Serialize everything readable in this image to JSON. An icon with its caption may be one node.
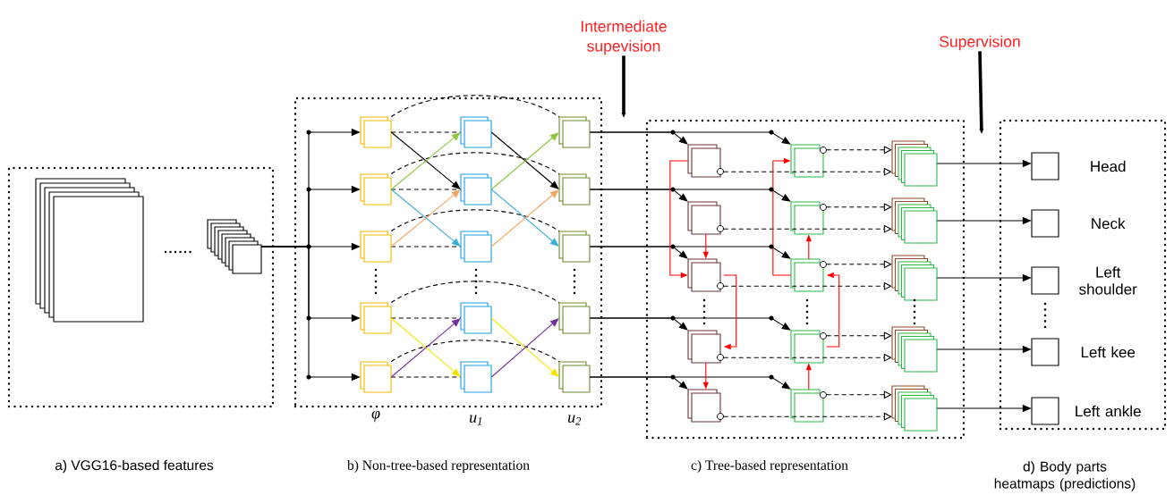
{
  "diagram": {
    "nodes": [
      {
        "text": [
          "a) VGG16-based features"
        ]
      },
      {
        "text": [],
        "shape": "box",
        "in": 0
      },
      {
        "text": [],
        "shape": "box",
        "in": 0
      },
      {
        "text": [
          "Intermediate supevision"
        ]
      },
      {
        "text": [
          "b) Non-tree-based representation"
        ]
      },
      {
        "text": [],
        "shape": "box",
        "in": 4
      },
      {
        "text": [],
        "shape": "box",
        "in": 4
      },
      {
        "text": [],
        "shape": "box",
        "in": 4
      },
      {
        "text": [],
        "shape": "box",
        "in": 4
      },
      {
        "text": [],
        "shape": "box",
        "in": 4
      },
      {
        "text": [],
        "shape": "box",
        "in": 4
      },
      {
        "text": [],
        "shape": "box",
        "in": 4
      },
      {
        "text": [],
        "shape": "box",
        "in": 4
      },
      {
        "text": [],
        "shape": "box",
        "in": 4
      },
      {
        "text": [],
        "shape": "box",
        "in": 4
      },
      {
        "text": [],
        "shape": "box",
        "in": 4
      },
      {
        "text": [],
        "shape": "box",
        "in": 4
      },
      {
        "text": [],
        "shape": "box",
        "in": 4
      },
      {
        "text": [],
        "shape": "box",
        "in": 4
      },
      {
        "text": [],
        "shape": "box",
        "in": 4
      },
      {
        "text": [
          "Supervision"
        ]
      },
      {
        "text": [
          "c) Tree-based representation"
        ]
      },
      {
        "text": [],
        "shape": "box",
        "in": 21
      },
      {
        "text": [],
        "shape": "box",
        "in": 21
      },
      {
        "text": [],
        "shape": "box",
        "in": 21
      },
      {
        "text": [],
        "shape": "box",
        "in": 21
      },
      {
        "text": [],
        "shape": "box",
        "in": 21
      },
      {
        "text": [],
        "shape": "box",
        "in": 21
      },
      {
        "text": [],
        "shape": "box",
        "in": 21
      },
      {
        "text": [],
        "shape": "box",
        "in": 21
      },
      {
        "text": [],
        "shape": "box",
        "in": 21
      },
      {
        "text": [],
        "shape": "box",
        "in": 21
      },
      {
        "text": [],
        "shape": "box",
        "in": 21
      },
      {
        "text": [],
        "shape": "box",
        "in": 21
      },
      {
        "text": [],
        "shape": "box",
        "in": 21
      },
      {
        "text": [],
        "shape": "box",
        "in": 21
      },
      {
        "text": [],
        "shape": "box",
        "in": 21
      },
      {
        "text": [
          "d) Body parts heatmaps (predictions)"
        ]
      },
      {
        "text": [],
        "shape": "box",
        "in": 37,
        "beside": [
          "Head"
        ]
      },
      {
        "text": [],
        "shape": "box",
        "in": 37,
        "beside": [
          "Neck"
        ]
      },
      {
        "text": [],
        "shape": "box",
        "in": 37,
        "beside": [
          "Left shoulder"
        ]
      },
      {
        "text": [],
        "shape": "box",
        "in": 37,
        "beside": [
          "Left kee"
        ]
      },
      {
        "text": [],
        "shape": "box",
        "in": 37,
        "beside": [
          "Left ankle"
        ]
      }
    ],
    "edges": [
      {
        "from": 2,
        "to": 5,
        "arrow": "to"
      },
      {
        "from": 2,
        "to": 6,
        "arrow": "to"
      },
      {
        "from": 2,
        "to": 7,
        "arrow": "to"
      },
      {
        "from": 2,
        "to": 8,
        "arrow": "to"
      },
      {
        "from": 2,
        "to": 9,
        "arrow": "to"
      },
      {
        "from": 5,
        "to": 10,
        "arrow": "none",
        "style": "dashed"
      },
      {
        "from": 6,
        "to": 11,
        "arrow": "none",
        "style": "dashed"
      },
      {
        "from": 7,
        "to": 12,
        "arrow": "none",
        "style": "dashed"
      },
      {
        "from": 8,
        "to": 13,
        "arrow": "none",
        "style": "dashed"
      },
      {
        "from": 9,
        "to": 14,
        "arrow": "none",
        "style": "dashed"
      },
      {
        "from": 5,
        "to": 15,
        "arrow": "none",
        "style": "dashed"
      },
      {
        "from": 6,
        "to": 16,
        "arrow": "none",
        "style": "dashed"
      },
      {
        "from": 7,
        "to": 17,
        "arrow": "none",
        "style": "dashed"
      },
      {
        "from": 8,
        "to": 18,
        "arrow": "none",
        "style": "dashed"
      },
      {
        "from": 9,
        "to": 19,
        "arrow": "none",
        "style": "dashed"
      },
      {
        "from": 5,
        "to": 11,
        "arrow": "to"
      },
      {
        "from": 6,
        "to": 10,
        "arrow": "to",
        "color": "#8dc63f"
      },
      {
        "from": 6,
        "to": 12,
        "arrow": "to",
        "color": "#3ab0d8"
      },
      {
        "from": 7,
        "to": 11,
        "arrow": "to",
        "color": "#f4a460"
      },
      {
        "from": 8,
        "to": 14,
        "arrow": "to",
        "color": "#f2e600"
      },
      {
        "from": 9,
        "to": 13,
        "arrow": "to",
        "color": "#7030a0"
      },
      {
        "from": 10,
        "to": 16,
        "arrow": "to"
      },
      {
        "from": 11,
        "to": 15,
        "arrow": "to",
        "color": "#8dc63f"
      },
      {
        "from": 11,
        "to": 17,
        "arrow": "to",
        "color": "#3ab0d8"
      },
      {
        "from": 12,
        "to": 16,
        "arrow": "to",
        "color": "#f4a460"
      },
      {
        "from": 13,
        "to": 19,
        "arrow": "to",
        "color": "#f2e600"
      },
      {
        "from": 14,
        "to": 18,
        "arrow": "to",
        "color": "#7030a0"
      },
      {
        "from": 15,
        "to": 22,
        "arrow": "to"
      },
      {
        "from": 16,
        "to": 23,
        "arrow": "to"
      },
      {
        "from": 17,
        "to": 24,
        "arrow": "to"
      },
      {
        "from": 18,
        "to": 25,
        "arrow": "to"
      },
      {
        "from": 19,
        "to": 26,
        "arrow": "to"
      },
      {
        "from": 15,
        "to": 27,
        "arrow": "to"
      },
      {
        "from": 16,
        "to": 28,
        "arrow": "to"
      },
      {
        "from": 17,
        "to": 29,
        "arrow": "to"
      },
      {
        "from": 18,
        "to": 30,
        "arrow": "to"
      },
      {
        "from": 19,
        "to": 31,
        "arrow": "to"
      },
      {
        "from": 22,
        "to": 32,
        "arrow": "to",
        "style": "dashed"
      },
      {
        "from": 23,
        "to": 33,
        "arrow": "to",
        "style": "dashed"
      },
      {
        "from": 24,
        "to": 34,
        "arrow": "to",
        "style": "dashed"
      },
      {
        "from": 25,
        "to": 35,
        "arrow": "to",
        "style": "dashed"
      },
      {
        "from": 26,
        "to": 36,
        "arrow": "to",
        "style": "dashed"
      },
      {
        "from": 27,
        "to": 32,
        "arrow": "to",
        "style": "dashed"
      },
      {
        "from": 28,
        "to": 33,
        "arrow": "to",
        "style": "dashed"
      },
      {
        "from": 29,
        "to": 34,
        "arrow": "to",
        "style": "dashed"
      },
      {
        "from": 30,
        "to": 35,
        "arrow": "to",
        "style": "dashed"
      },
      {
        "from": 31,
        "to": 36,
        "arrow": "to",
        "style": "dashed"
      },
      {
        "from": 22,
        "to": 24,
        "arrow": "to",
        "color": "#ff0000"
      },
      {
        "from": 23,
        "to": 24,
        "arrow": "to",
        "color": "#ff0000"
      },
      {
        "from": 24,
        "to": 25,
        "arrow": "to",
        "color": "#ff0000"
      },
      {
        "from": 25,
        "to": 26,
        "arrow": "to",
        "color": "#ff0000"
      },
      {
        "from": 29,
        "to": 27,
        "arrow": "to",
        "color": "#ff0000"
      },
      {
        "from": 29,
        "to": 28,
        "arrow": "to",
        "color": "#ff0000"
      },
      {
        "from": 30,
        "to": 29,
        "arrow": "to",
        "color": "#ff0000"
      },
      {
        "from": 31,
        "to": 30,
        "arrow": "to",
        "color": "#ff0000"
      },
      {
        "from": 32,
        "to": 38,
        "arrow": "to"
      },
      {
        "from": 33,
        "to": 39,
        "arrow": "to"
      },
      {
        "from": 34,
        "to": 40,
        "arrow": "to"
      },
      {
        "from": 35,
        "to": 41,
        "arrow": "to"
      },
      {
        "from": 36,
        "to": 42,
        "arrow": "to"
      },
      {
        "from": 3,
        "to": null,
        "arrow": "to",
        "style": "thick"
      },
      {
        "from": 20,
        "to": null,
        "arrow": "to",
        "style": "thick"
      }
    ],
    "labels": [
      "φ",
      "u$_{1}$",
      "u$_{2}$"
    ]
  }
}
